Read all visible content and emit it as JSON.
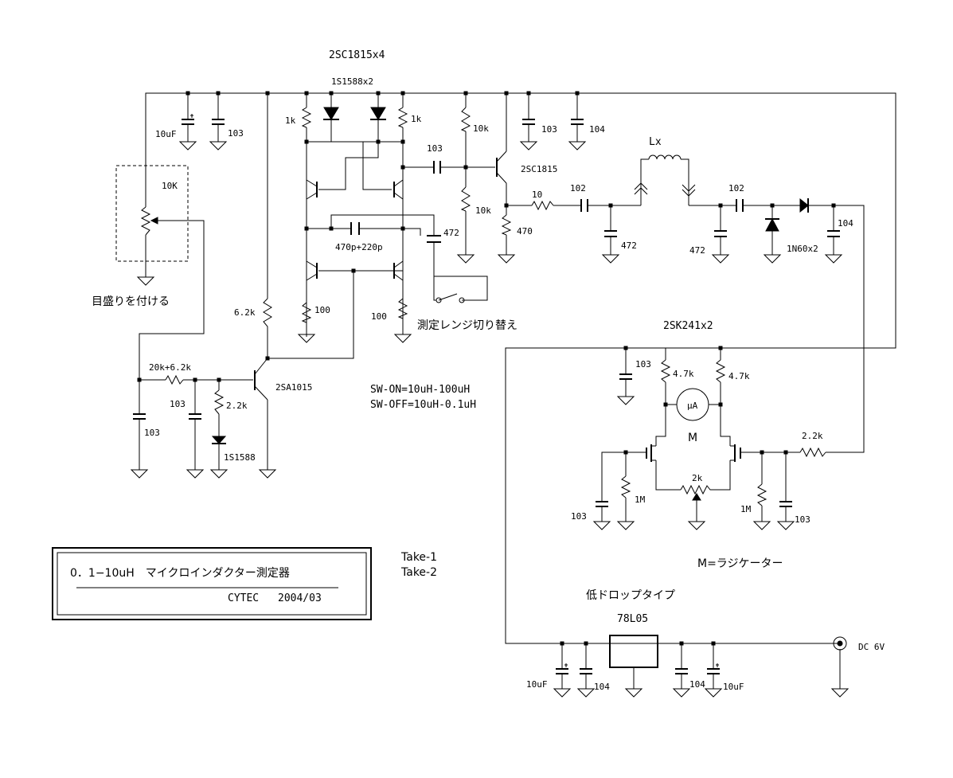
{
  "title_block": {
    "title": "0．1−10uH　マイクロインダクター測定器",
    "author": "CYTEC",
    "date": "2004/03"
  },
  "revisions": [
    "Take-1",
    "Take-2"
  ],
  "notes": {
    "sw_on": "SW-ON=10uH-100uH",
    "sw_off": "SW-OFF=10uH-0.1uH",
    "range_switch": "測定レンジ切り替え",
    "scale": "目盛りを付ける",
    "meter_def": "M=ラジケーター",
    "regulator_note": "低ドロップタイプ",
    "dc_in": "DC 6V"
  },
  "parts": {
    "q_osc_group": "2SC1815x4",
    "diodes_top": "1S1588x2",
    "q_buffer": "2SC1815",
    "q_pnp": "2SA1015",
    "fet_pair": "2SK241x2",
    "reg": "78L05",
    "det_diodes": "1N60x2",
    "diode_bias": "1S1588",
    "pot": "10K",
    "meter_symbol": "μA",
    "meter_label": "M",
    "inductor": "Lx"
  },
  "values": {
    "c_10uF": "10uF",
    "c_103": "103",
    "c_104": "104",
    "c_102": "102",
    "c_472": "472",
    "r_1k": "1k",
    "r_10k": "10k",
    "r_10": "10",
    "r_470": "470",
    "r_100": "100",
    "r_6k2": "6.2k",
    "r_20k62": "20k+6.2k",
    "r_2k2": "2.2k",
    "r_4k7": "4.7k",
    "r_1M": "1M",
    "r_2k": "2k",
    "c_470p220p": "470p+220p"
  }
}
